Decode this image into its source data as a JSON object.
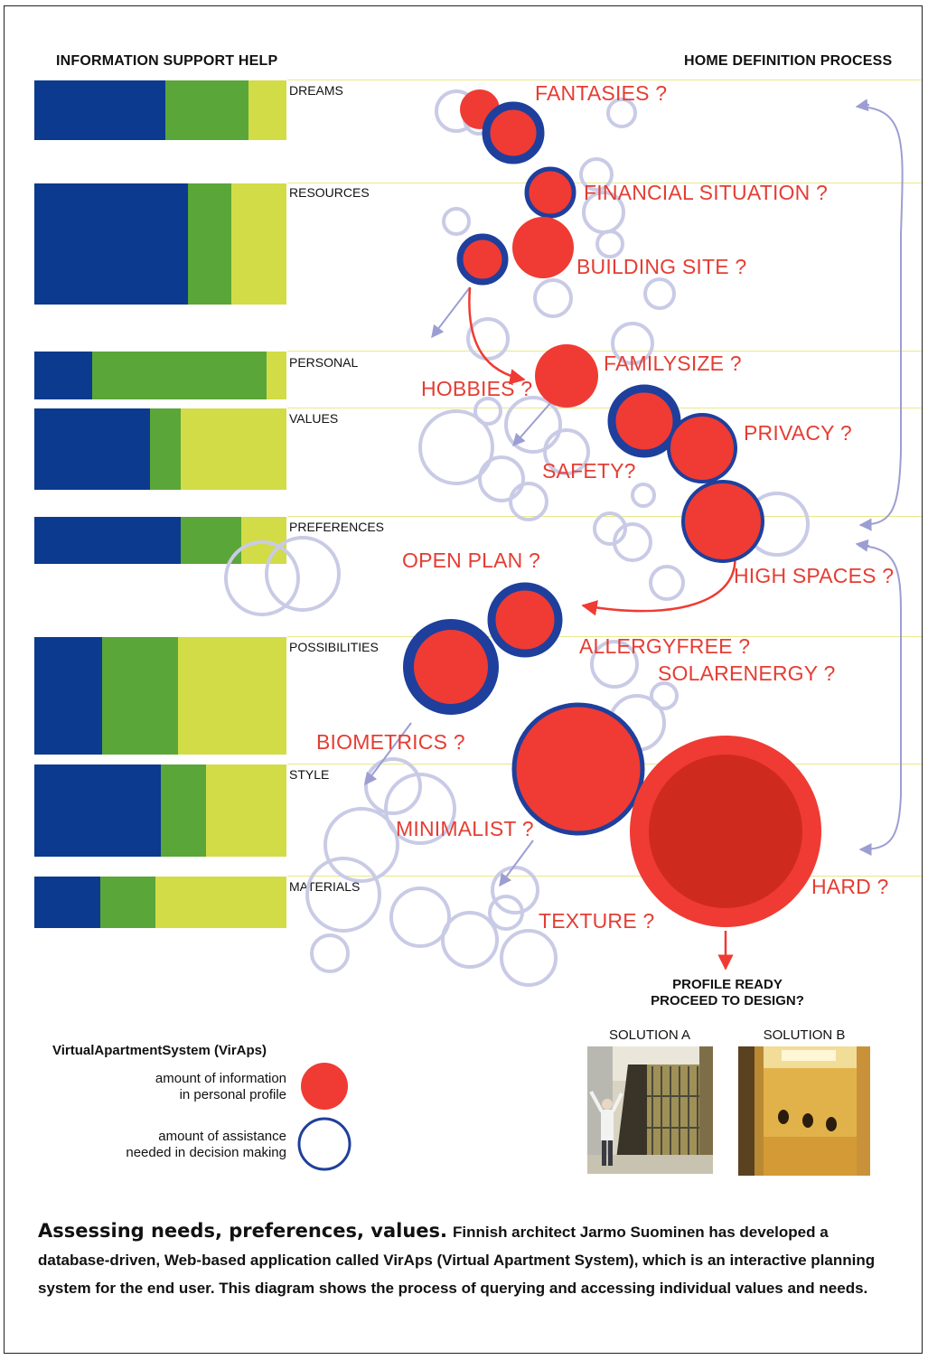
{
  "headers": {
    "left": "INFORMATION SUPPORT HELP",
    "right": "HOME DEFINITION PROCESS"
  },
  "colors": {
    "blue": "#0b3a8f",
    "green": "#5aa638",
    "lime": "#d2dc46",
    "red": "#ef3b33",
    "dark_red": "#cf2a1e",
    "ring_blue": "#1f3f9c",
    "pale_ring": "#c9cbe6",
    "arrow_lavender": "#9c9ed3",
    "question_red": "#e53d33"
  },
  "bars": [
    {
      "label": "DREAMS",
      "blue": 0.52,
      "green": 0.33,
      "lime": 0.15
    },
    {
      "label": "RESOURCES",
      "blue": 0.61,
      "green": 0.17,
      "lime": 0.22
    },
    {
      "label": "PERSONAL",
      "blue": 0.23,
      "green": 0.69,
      "lime": 0.08
    },
    {
      "label": "VALUES",
      "blue": 0.46,
      "green": 0.12,
      "lime": 0.42
    },
    {
      "label": "PREFERENCES",
      "blue": 0.58,
      "green": 0.24,
      "lime": 0.18
    },
    {
      "label": "POSSIBILITIES",
      "blue": 0.27,
      "green": 0.3,
      "lime": 0.43
    },
    {
      "label": "STYLE",
      "blue": 0.5,
      "green": 0.18,
      "lime": 0.32
    },
    {
      "label": "MATERIALS",
      "blue": 0.26,
      "green": 0.22,
      "lime": 0.52
    }
  ],
  "questions": [
    "FANTASIES ?",
    "FINANCIAL SITUATION ?",
    "BUILDING SITE ?",
    "FAMILYSIZE ?",
    "HOBBIES ?",
    "PRIVACY ?",
    "SAFETY?",
    "HIGH SPACES ?",
    "OPEN PLAN ?",
    "ALLERGYFREE ?",
    "SOLARENERGY ?",
    "BIOMETRICS ?",
    "MINIMALIST ?",
    "HARD ?",
    "TEXTURE ?"
  ],
  "profile": {
    "line1": "PROFILE READY",
    "line2": "PROCEED TO DESIGN?"
  },
  "solutions": {
    "a": "SOLUTION A",
    "b": "SOLUTION B"
  },
  "legend": {
    "title": "VirtualApartmentSystem (VirAps)",
    "info_line1": "amount of information",
    "info_line2": "in personal profile",
    "assist_line1": "amount of assistance",
    "assist_line2": "needed in decision making"
  },
  "caption": {
    "lead": "Assessing needs, preferences, values.",
    "body": "Finnish architect Jarmo Suominen has developed a database-driven, Web-based application called VirAps (Virtual Apartment System), which is an interactive planning system for the end user. This diagram shows the process of querying and accessing individual values and needs."
  }
}
